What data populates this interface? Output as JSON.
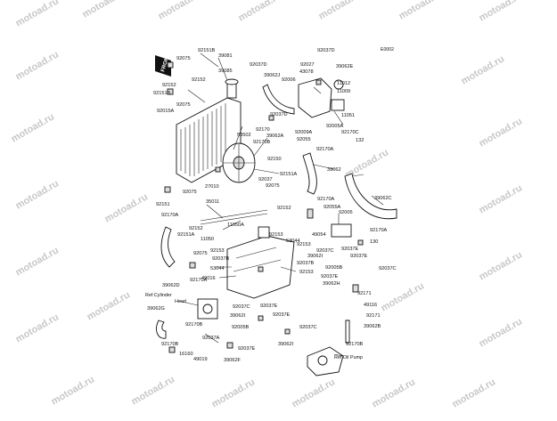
{
  "diagram": {
    "code": "E0002",
    "watermark": "motoad.ru",
    "front_mark": "FRONT",
    "refs": {
      "cylinder_head_1": "Ref.Cylinder",
      "cylinder_head_2": "Head",
      "oil_pump": "Ref.Oil Pump"
    },
    "labels": [
      "92151B",
      "39081",
      "92075",
      "39085",
      "92152",
      "92152",
      "92151B",
      "92015A",
      "92075",
      "92037D",
      "39062J",
      "92037D",
      "92037D",
      "92027",
      "92006",
      "43078",
      "39062E",
      "11012",
      "11009",
      "11051",
      "59502",
      "92170",
      "39062A",
      "92170B",
      "92009A",
      "92055",
      "92005A",
      "92170C",
      "132",
      "92170A",
      "39062",
      "92150",
      "92151A",
      "92037",
      "92075",
      "92075",
      "92152",
      "27010",
      "35011",
      "92151",
      "92170A",
      "92170A",
      "92055A",
      "39062C",
      "92005",
      "49054",
      "130",
      "92170A",
      "92152",
      "92151A",
      "11050A",
      "11050",
      "92153",
      "53044",
      "92153",
      "39062I",
      "92037B",
      "92037B",
      "92037C",
      "92037E",
      "92037E",
      "92005B",
      "92037C",
      "92037E",
      "39062H",
      "92153",
      "49016",
      "53044",
      "92170A",
      "39062D",
      "92075",
      "92153",
      "92037C",
      "92037E",
      "92037E",
      "92005B",
      "39062I",
      "92037C",
      "39062I",
      "92171",
      "92171",
      "49116",
      "92170B",
      "39062B",
      "92170B",
      "92037A",
      "16160",
      "49019",
      "39062F",
      "92037E",
      "92170B",
      "39062G"
    ]
  }
}
